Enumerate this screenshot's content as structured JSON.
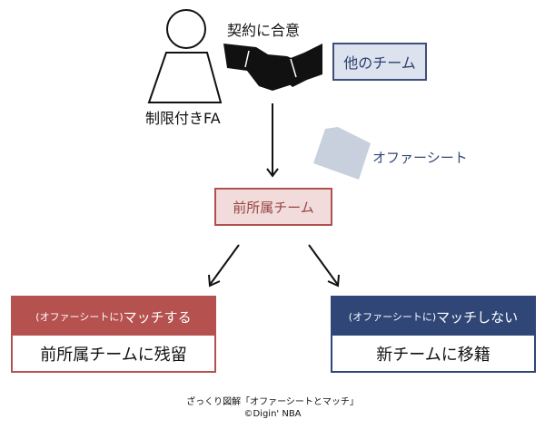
{
  "top": {
    "player_label": "制限付きFA",
    "agreement_label": "契約に合意",
    "other_team_label": "他のチーム",
    "offer_sheet_label": "オファーシート"
  },
  "middle": {
    "previous_team_label": "前所属チーム"
  },
  "outcomes": [
    {
      "condition_prefix": "(オファーシートに)",
      "condition": "マッチする",
      "result": "前所属チームに残留",
      "color": "#b5514e"
    },
    {
      "condition_prefix": "(オファーシートに)",
      "condition": "マッチしない",
      "result": "新チームに移籍",
      "color": "#2f4676"
    }
  ],
  "caption": {
    "title": "ざっくり図解「オファーシートとマッチ」",
    "credit": "©Digin' NBA"
  }
}
